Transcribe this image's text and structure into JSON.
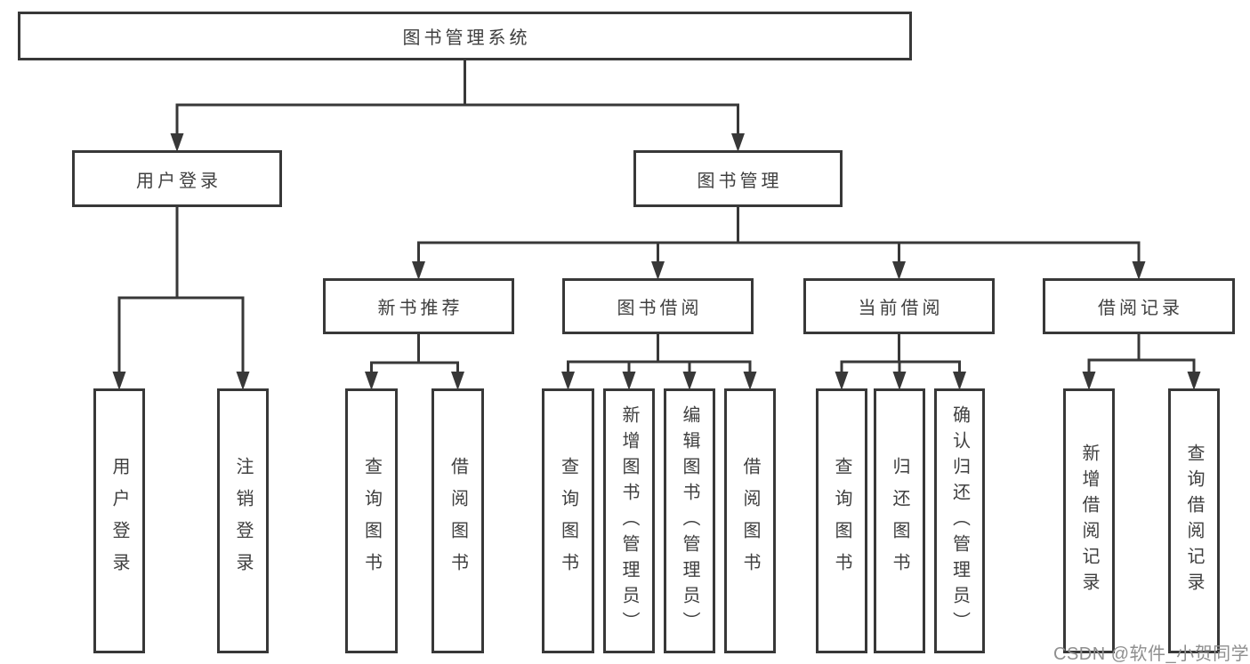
{
  "diagram": {
    "title": "图书管理系统",
    "nodes": [
      {
        "id": "system",
        "label": "图书管理系统",
        "parent": null,
        "orientation": "horizontal"
      },
      {
        "id": "user-login",
        "label": "用户登录",
        "parent": "system",
        "orientation": "horizontal"
      },
      {
        "id": "book-management",
        "label": "图书管理",
        "parent": "system",
        "orientation": "horizontal"
      },
      {
        "id": "new-book-recommendation",
        "label": "新书推荐",
        "parent": "book-management",
        "orientation": "horizontal"
      },
      {
        "id": "book-borrowing",
        "label": "图书借阅",
        "parent": "book-management",
        "orientation": "horizontal"
      },
      {
        "id": "current-borrowing",
        "label": "当前借阅",
        "parent": "book-management",
        "orientation": "horizontal"
      },
      {
        "id": "borrowing-records",
        "label": "借阅记录",
        "parent": "book-management",
        "orientation": "horizontal"
      },
      {
        "id": "leaf-user-login",
        "label": "用户登录",
        "parent": "user-login",
        "orientation": "vertical"
      },
      {
        "id": "leaf-logout",
        "label": "注销登录",
        "parent": "user-login",
        "orientation": "vertical"
      },
      {
        "id": "leaf-query-books-rec",
        "label": "查询图书",
        "parent": "new-book-recommendation",
        "orientation": "vertical"
      },
      {
        "id": "leaf-borrow-books-rec",
        "label": "借阅图书",
        "parent": "new-book-recommendation",
        "orientation": "vertical"
      },
      {
        "id": "leaf-query-books-bor",
        "label": "查询图书",
        "parent": "book-borrowing",
        "orientation": "vertical"
      },
      {
        "id": "leaf-add-book-admin",
        "label": "新增图书（管理员）",
        "parent": "book-borrowing",
        "orientation": "vertical"
      },
      {
        "id": "leaf-edit-book-admin",
        "label": "编辑图书（管理员）",
        "parent": "book-borrowing",
        "orientation": "vertical"
      },
      {
        "id": "leaf-borrow-books-bor",
        "label": "借阅图书",
        "parent": "book-borrowing",
        "orientation": "vertical"
      },
      {
        "id": "leaf-query-books-cur",
        "label": "查询图书",
        "parent": "current-borrowing",
        "orientation": "vertical"
      },
      {
        "id": "leaf-return-book",
        "label": "归还图书",
        "parent": "current-borrowing",
        "orientation": "vertical"
      },
      {
        "id": "leaf-confirm-return",
        "label": "确认归还（管理员）",
        "parent": "current-borrowing",
        "orientation": "vertical"
      },
      {
        "id": "leaf-add-borrow-record",
        "label": "新增借阅记录",
        "parent": "borrowing-records",
        "orientation": "vertical"
      },
      {
        "id": "leaf-query-borrow-record",
        "label": "查询借阅记录",
        "parent": "borrowing-records",
        "orientation": "vertical"
      }
    ]
  },
  "watermark": {
    "text": "CSDN @软件_小贺同学"
  },
  "colors": {
    "line": "#383838",
    "box_border": "#383838",
    "box_text": "#3f3f3f",
    "watermark": "#8f8f8f",
    "background": "#ffffff"
  }
}
